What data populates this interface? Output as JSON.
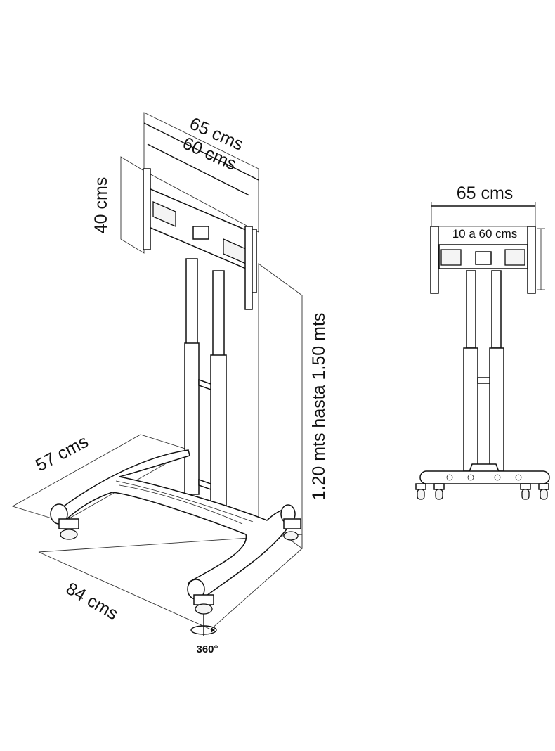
{
  "left_view": {
    "width_outer": "65 cms",
    "width_inner": "60 cms",
    "height_vesa": "40 cms",
    "height_range": "1.20 mts hasta 1.50 mts",
    "base_depth": "57 cms",
    "base_width": "84 cms",
    "rotation": "360°"
  },
  "right_view": {
    "width_outer": "65 cms",
    "vesa_range": "10 a 60 cms"
  }
}
